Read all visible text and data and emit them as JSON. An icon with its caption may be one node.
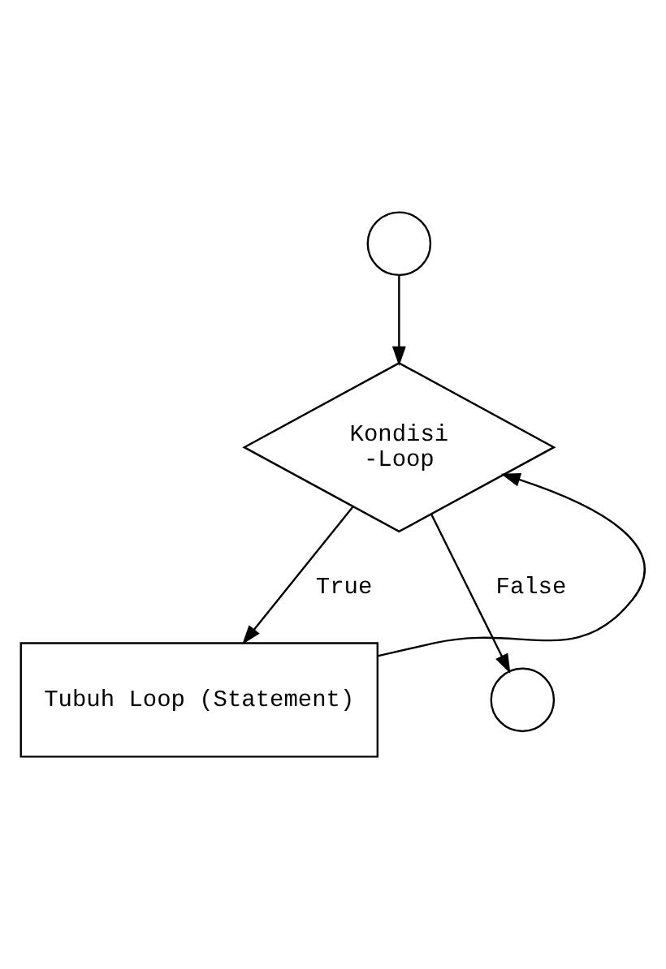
{
  "diagram": {
    "nodes": [
      {
        "text": [],
        "shape": "circle"
      },
      {
        "text": [
          "Kondisi -Loop"
        ]
      },
      {
        "text": [
          "Tubuh Loop (Statement)"
        ]
      },
      {
        "text": [],
        "shape": "circle"
      }
    ],
    "edges": [
      {
        "from": 0,
        "to": 1,
        "arrow": "to"
      },
      {
        "from": 1,
        "to": 2,
        "arrow": "to",
        "label": "True"
      },
      {
        "from": 2,
        "to": 1,
        "arrow": "to"
      },
      {
        "from": 1,
        "to": 3,
        "arrow": "to",
        "label": "False"
      }
    ]
  }
}
